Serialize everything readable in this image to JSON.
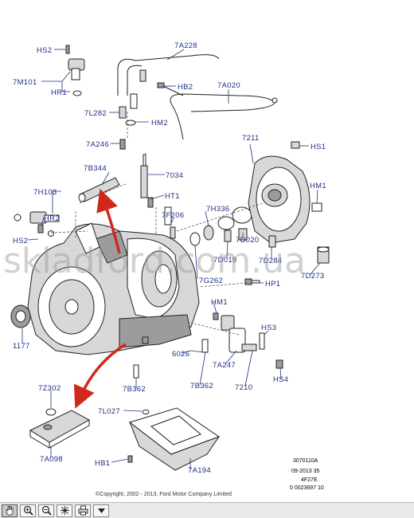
{
  "callouts": {
    "hs2_top": "HS2",
    "m101": "7M101",
    "hr1": "HR1",
    "a228": "7A228",
    "hb2": "HB2",
    "a020": "7A020",
    "l282": "7L282",
    "hm2": "HM2",
    "a246": "7A246",
    "b344": "7B344",
    "a034": "7034",
    "ht1": "HT1",
    "a211": "7211",
    "hs1": "HS1",
    "hm1_right": "HM1",
    "h103": "7H103",
    "hr2": "HR2",
    "hs2_left": "HS2",
    "f206": "7F206",
    "h336": "7H336",
    "d020": "7D020",
    "d019": "7D019",
    "d284": "7D284",
    "g262": "7G262",
    "hp1": "HP1",
    "d273": "7D273",
    "hm1_lower": "HM1",
    "hs3": "HS3",
    "p1177": "1177",
    "p6026": "6026",
    "a247": "7A247",
    "p7210": "7210",
    "hs4": "HS4",
    "b362_left": "7B362",
    "b362_right": "7B362",
    "z302": "7Z302",
    "l027": "7L027",
    "a098": "7A098",
    "hb1": "HB1",
    "a194": "7A194"
  },
  "reference": [
    "3070110A",
    "09-2013 35",
    "4F27E",
    "0  0023697 10"
  ],
  "copyright": "©Copyright, 2002 - 2013, Ford Motor Company Limited",
  "watermark": "skladford.com.ua",
  "toolbar": {
    "buttons": [
      {
        "name": "pan-tool-button",
        "icon": "hand-icon",
        "active": true
      },
      {
        "name": "zoom-in-button",
        "icon": "zoom-in-icon",
        "active": false
      },
      {
        "name": "zoom-out-button",
        "icon": "zoom-out-icon",
        "active": false
      },
      {
        "name": "fit-view-button",
        "icon": "fit-view-icon",
        "active": false
      },
      {
        "name": "print-button",
        "icon": "print-icon",
        "active": false
      },
      {
        "name": "menu-dropdown-button",
        "icon": "chevron-down-icon",
        "active": false
      }
    ]
  },
  "colors": {
    "callout": "#1f2f86",
    "arrow": "#d0281c",
    "toolbar": "#e9e9e9"
  }
}
